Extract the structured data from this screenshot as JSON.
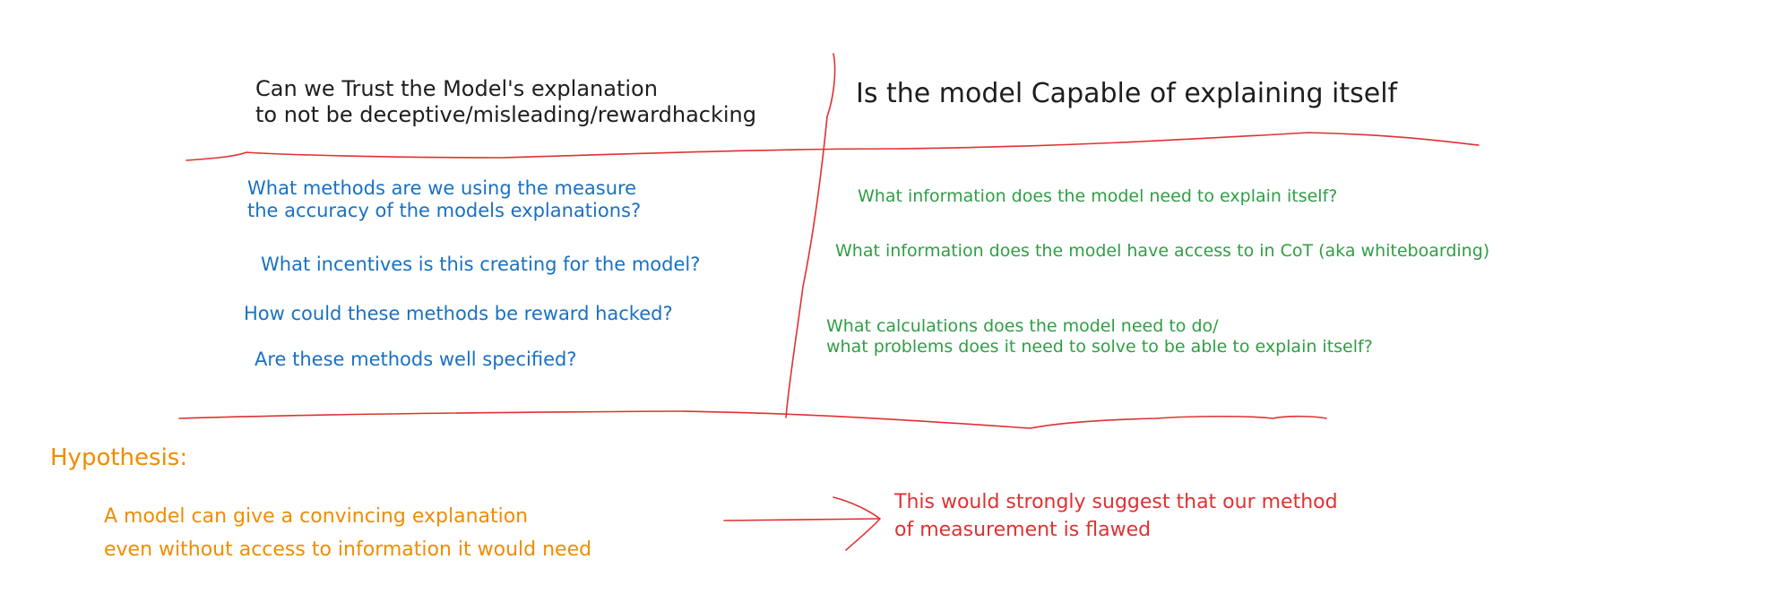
{
  "left_header": {
    "line1": "Can we Trust the Model's explanation",
    "line2": "to not be deceptive/misleading/rewardhacking"
  },
  "right_header": "Is the model Capable of explaining itself",
  "left_questions": {
    "q1_line1": "What methods are we using the measure",
    "q1_line2": "the accuracy of the models explanations?",
    "q2": "What incentives is this creating for the model?",
    "q3": "How could these methods be reward hacked?",
    "q4": "Are these methods well specified?"
  },
  "right_questions": {
    "q1": "What information does the model need to explain itself?",
    "q2": "What information does the model have access to in CoT (aka whiteboarding)",
    "q3_line1": "What calculations does the model need to do/",
    "q3_line2": "what problems does it need to solve to be able to explain itself?"
  },
  "hypothesis": {
    "heading": "Hypothesis:",
    "line1": "A model can give a convincing explanation",
    "line2": "even without access to information it would need"
  },
  "consequence": {
    "line1": "This would strongly suggest that our method",
    "line2": "of measurement is flawed"
  },
  "colors": {
    "ink": "#1e1e1e",
    "blue": "#1971c2",
    "green": "#2f9e44",
    "orange": "#f08c00",
    "red": "#e03131"
  }
}
